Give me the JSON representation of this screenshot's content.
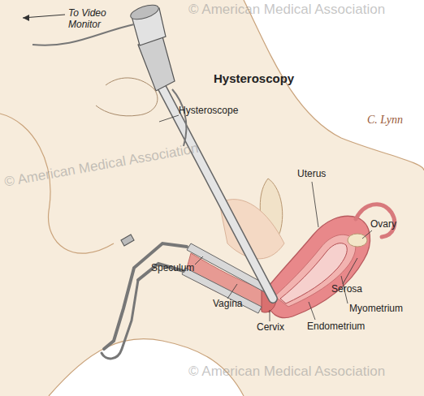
{
  "diagram": {
    "title": "Hysteroscopy",
    "labels": [
      "To Video Monitor",
      "Hysteroscope",
      "C. Lynn",
      "Uterus",
      "Ovary",
      "Speculum",
      "Serosa",
      "Myometrium",
      "Vagina",
      "Cervix",
      "Endometrium",
      "© American Medical Association",
      "© American Medical Association",
      "© American Medical Association"
    ]
  }
}
